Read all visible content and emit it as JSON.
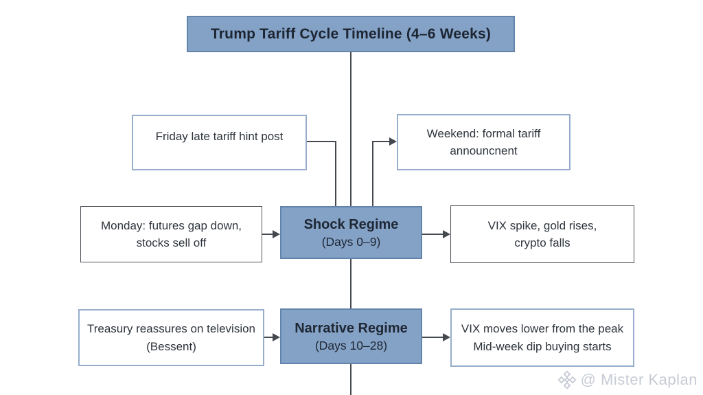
{
  "title": {
    "text": "Trump Tariff Cycle Timeline (4–6 Weeks)"
  },
  "nodes": {
    "friday": {
      "text": "Friday late tariff hint post"
    },
    "weekend": {
      "line1": "Weekend: formal tariff",
      "line2": "announcnent"
    },
    "monday": {
      "line1": "Monday: futures gap down,",
      "line2": "stocks sell off"
    },
    "shock": {
      "name": "Shock Regime",
      "days": "(Days 0–9)"
    },
    "vix_spike": {
      "line1": "VIX spike, gold rises,",
      "line2": "crypto falls"
    },
    "treasury": {
      "line1": "Treasury reassures on television",
      "line2": "(Bessent)"
    },
    "narrative": {
      "name": "Narrative Regime",
      "days": "(Days 10–28)"
    },
    "vix_lower": {
      "line1": "VIX moves lower from the peak",
      "line2": "Mid-week dip buying starts"
    }
  },
  "watermark": {
    "handle": "@ Mister Kaplan",
    "icon": "diamond-logo-icon"
  },
  "colors": {
    "regime_fill": "#84a1c6",
    "regime_border": "#6284ab",
    "light_border": "#96aecb",
    "dark_border": "#4a4f55",
    "line": "#44494f",
    "text": "#2e343c",
    "watermark": "#c6cbd4"
  }
}
